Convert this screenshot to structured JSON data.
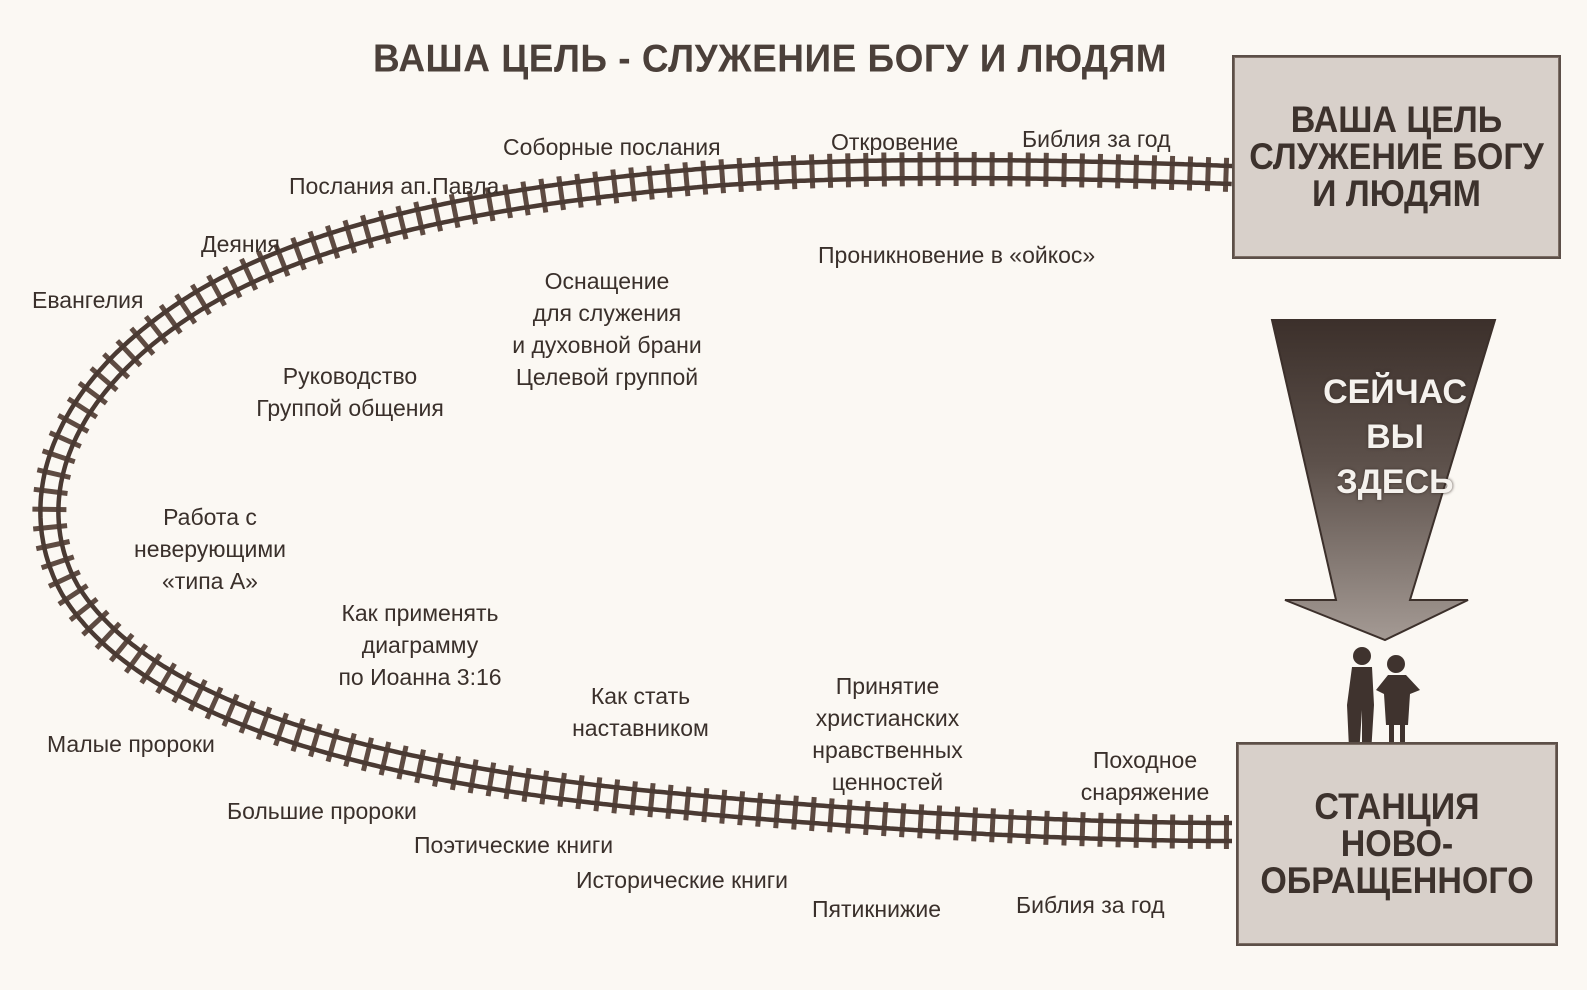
{
  "title": "ВАША ЦЕЛЬ - СЛУЖЕНИЕ БОГУ И ЛЮДЯМ",
  "goal_box": {
    "lines": [
      "ВАША ЦЕЛЬ",
      "СЛУЖЕНИЕ БОГУ",
      "И ЛЮДЯМ"
    ]
  },
  "station_box": {
    "lines": [
      "СТАНЦИЯ",
      "НОВО-",
      "ОБРАЩЕННОГО"
    ]
  },
  "here_arrow": {
    "lines": [
      "СЕЙЧАС",
      "ВЫ",
      "ЗДЕСЬ"
    ]
  },
  "outer_labels": {
    "bible_year_top": "Библия за год",
    "revelation": "Откровение",
    "general_epistles": "Соборные послания",
    "pauline_epistles": "Послания ап.Павла",
    "acts": "Деяния",
    "gospels": "Евангелия",
    "minor_prophets": "Малые пророки",
    "major_prophets": "Большие пророки",
    "poetic_books": "Поэтические книги",
    "historical_books": "Исторические книги",
    "pentateuch": "Пятикнижие",
    "bible_year_bottom": "Библия за год"
  },
  "inner_labels": {
    "oikos": "Проникновение в «ойкос»",
    "equipping": [
      "Оснащение",
      "для служения",
      "и духовной брани",
      "Целевой группой"
    ],
    "leading_group": [
      "Руководство",
      "Группой общения"
    ],
    "type_a": [
      "Работа с",
      "неверующими",
      "«типа А»"
    ],
    "john_316": [
      "Как применять",
      "диаграмму",
      "по Иоанна 3:16"
    ],
    "mentor": [
      "Как стать",
      "наставником"
    ],
    "values": [
      "Принятие",
      "христианских",
      "нравственных",
      "ценностей"
    ],
    "gear": [
      "Походное",
      "снаряжение"
    ]
  },
  "colors": {
    "rail": "#4a3a33",
    "tie": "#5e4b42",
    "box_fill": "#d8d0ca",
    "arrow_dark": "#3c302b",
    "arrow_light": "#9c938d"
  }
}
